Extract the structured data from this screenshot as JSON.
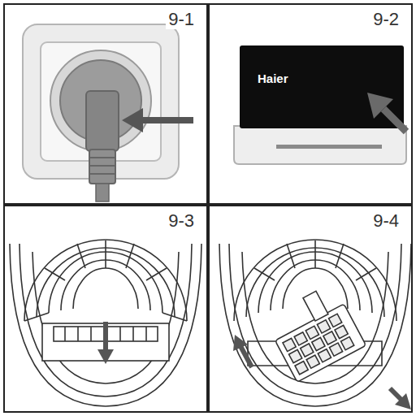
{
  "diagram": {
    "nodes": [
      {
        "text": [
          "9-1"
        ]
      },
      {
        "text": [
          "9-2"
        ]
      },
      {
        "text": [
          "Haier"
        ],
        "in": 1
      },
      {
        "text": [
          "9-3"
        ]
      },
      {
        "text": [
          "9-4"
        ]
      }
    ]
  }
}
